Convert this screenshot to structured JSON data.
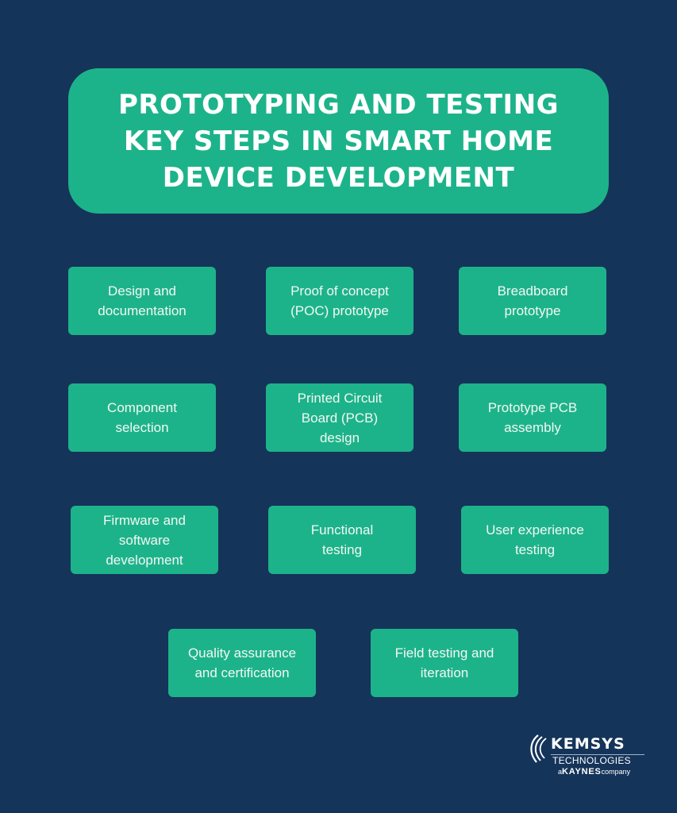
{
  "title": {
    "lines": [
      "PROTOTYPING AND TESTING",
      "KEY STEPS IN SMART HOME",
      "DEVICE DEVELOPMENT"
    ]
  },
  "steps": [
    {
      "label": "Design and\ndocumentation"
    },
    {
      "label": "Proof of concept\n(POC) prototype"
    },
    {
      "label": "Breadboard\nprototype"
    },
    {
      "label": "Component\nselection"
    },
    {
      "label": "Printed Circuit\nBoard (PCB)\ndesign"
    },
    {
      "label": "Prototype PCB\nassembly"
    },
    {
      "label": "Firmware and\nsoftware\ndevelopment"
    },
    {
      "label": "Functional\ntesting"
    },
    {
      "label": "User experience\ntesting"
    },
    {
      "label": "Quality assurance\nand certification"
    },
    {
      "label": "Field testing and\niteration"
    }
  ],
  "logo": {
    "brand": "KEMSYS",
    "sub": "TECHNOLOGIES",
    "tag_prefix": "a",
    "tag_name": "KAYNES",
    "tag_suffix": "company",
    "icon": "swoosh-icon"
  },
  "colors": {
    "background": "#15345a",
    "accent": "#1db38a",
    "text": "#ffffff"
  }
}
